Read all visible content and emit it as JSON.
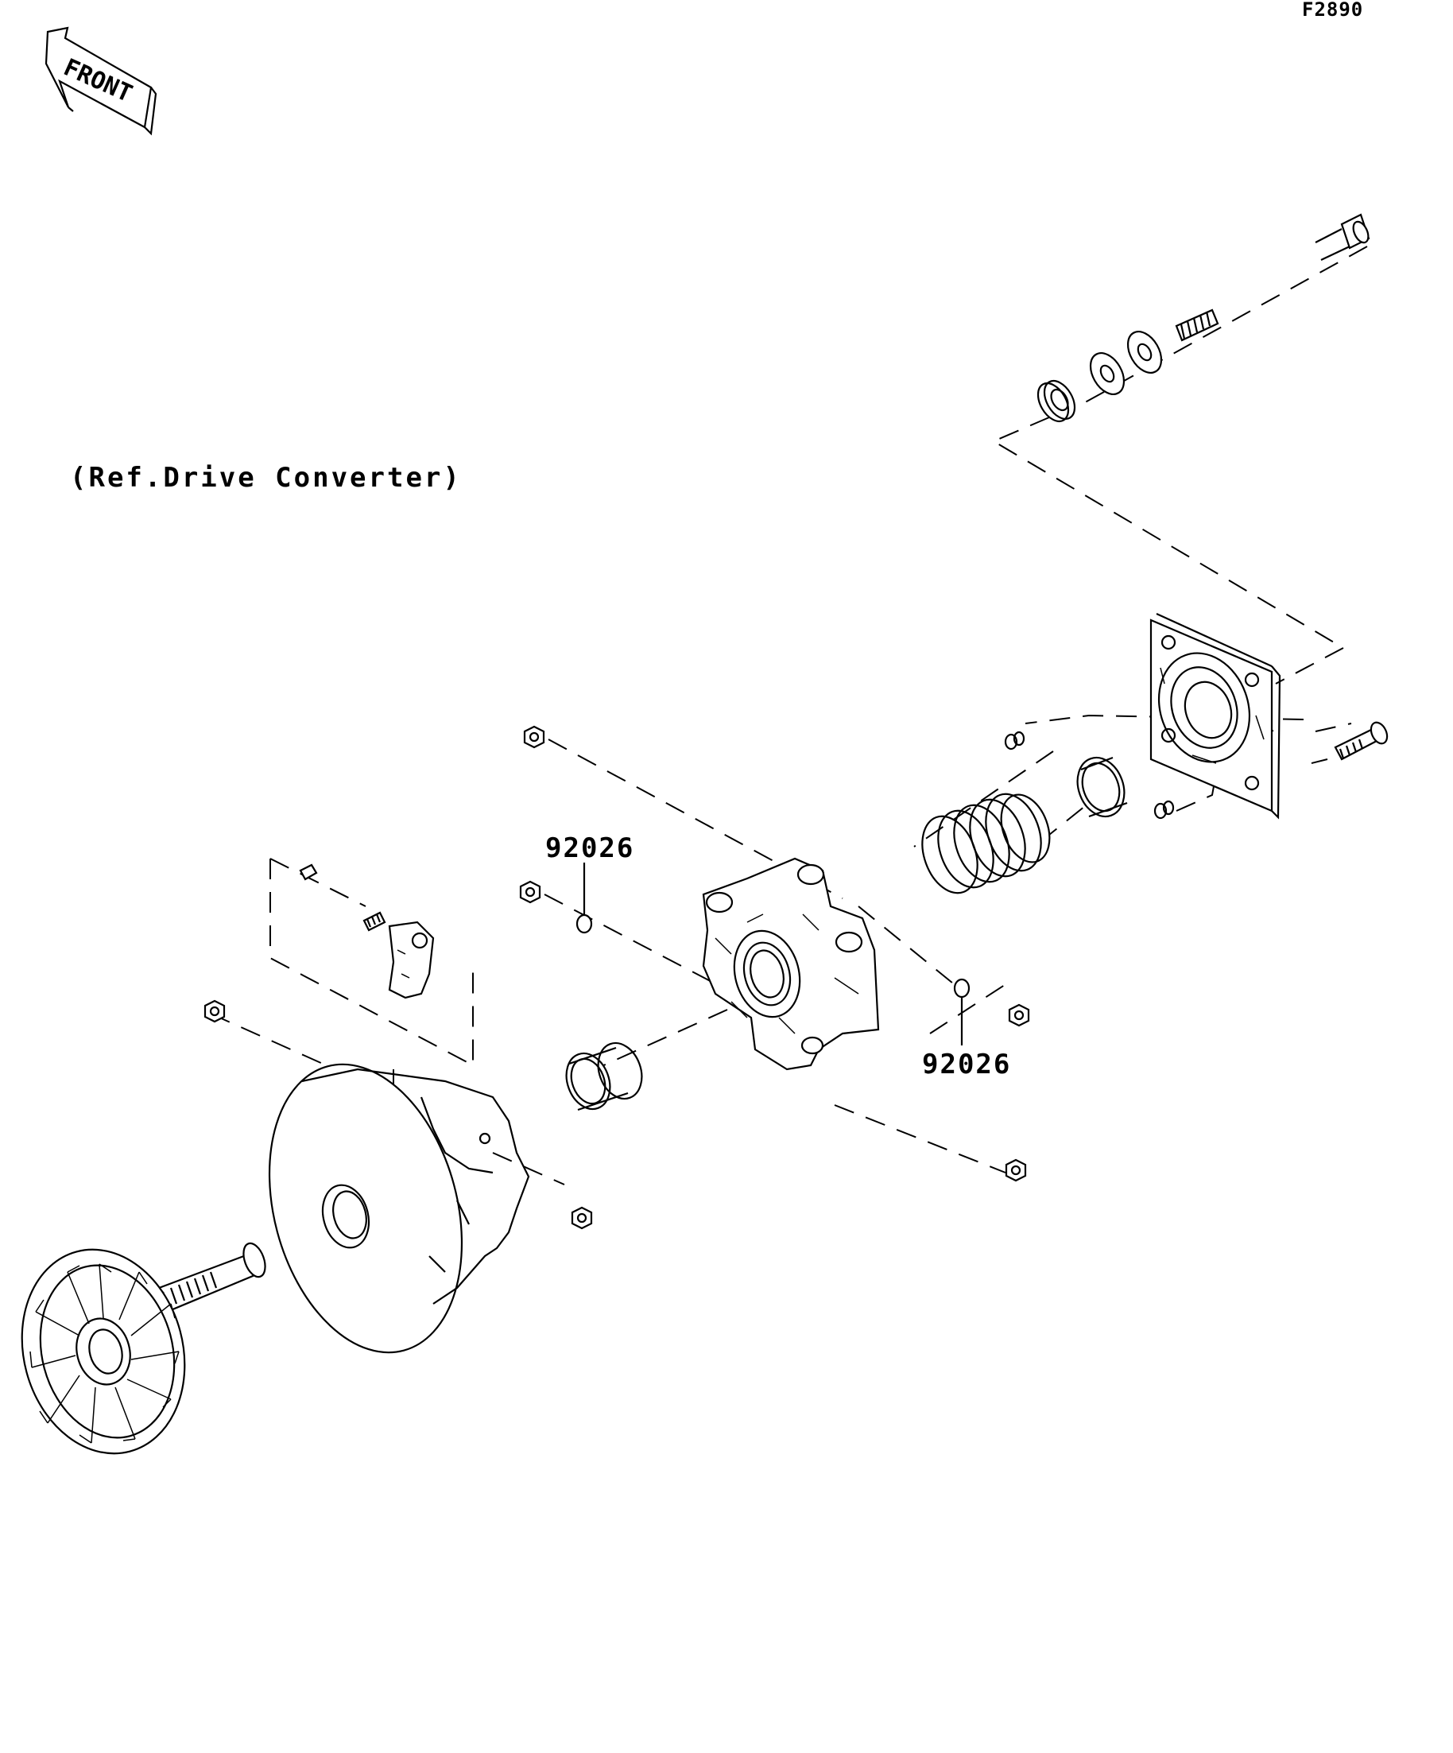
{
  "figure": {
    "id": "F2890",
    "front_label": "FRONT",
    "reference_note": "(Ref.Drive Converter)"
  },
  "callouts": [
    {
      "part_number": "92026"
    },
    {
      "part_number": "92026"
    }
  ],
  "colors": {
    "line": "#000000",
    "background": "#ffffff"
  }
}
